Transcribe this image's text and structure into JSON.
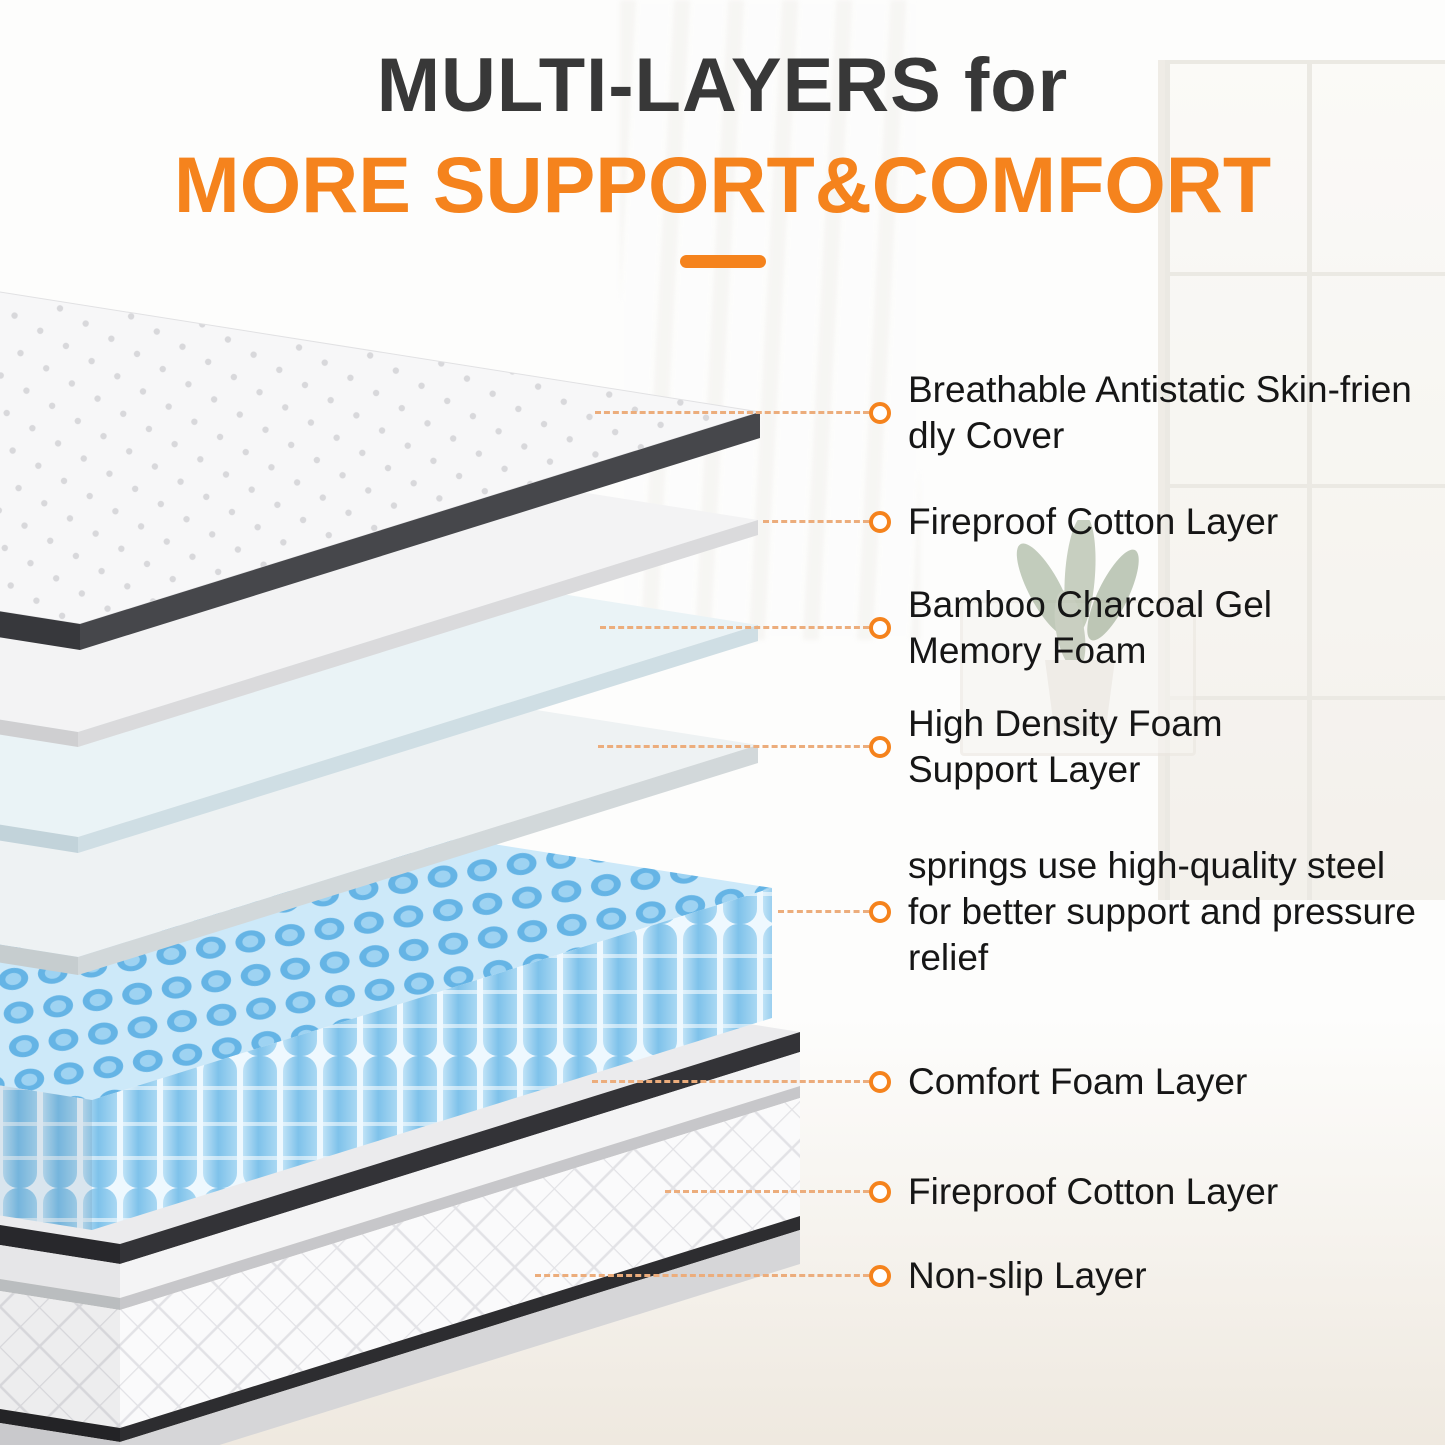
{
  "title": {
    "line1": "MULTI-LAYERS for",
    "line2": "MORE SUPPORT&COMFORT"
  },
  "colors": {
    "accent": "#F5831D",
    "title-dark": "#383838",
    "leader": "#ECAD7C",
    "spring-blue": "#7FC2EA"
  },
  "callouts": [
    {
      "id": "cover",
      "lines": [
        "Breathable Antistatic Skin-frien",
        "dly Cover"
      ]
    },
    {
      "id": "fireproof-cotton-top",
      "lines": [
        "Fireproof Cotton Layer"
      ]
    },
    {
      "id": "bamboo-charcoal-gel",
      "lines": [
        "Bamboo Charcoal Gel",
        "Memory Foam"
      ]
    },
    {
      "id": "high-density-foam",
      "lines": [
        "High Density Foam",
        "Support Layer"
      ]
    },
    {
      "id": "springs",
      "lines": [
        "springs use high-quality steel",
        "for better support and pressure",
        "relief"
      ]
    },
    {
      "id": "comfort-foam",
      "lines": [
        "Comfort Foam Layer"
      ]
    },
    {
      "id": "fireproof-cotton-bottom",
      "lines": [
        "Fireproof Cotton Layer"
      ]
    },
    {
      "id": "non-slip",
      "lines": [
        "Non-slip Layer"
      ]
    }
  ]
}
